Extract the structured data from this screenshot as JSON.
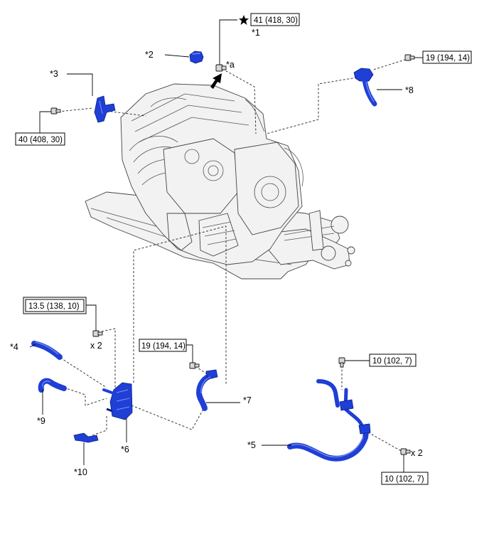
{
  "labels": {
    "p1": "*1",
    "p2": "*2",
    "p3": "*3",
    "p4": "*4",
    "p5": "*5",
    "p6": "*6",
    "p7": "*7",
    "p8": "*8",
    "p9": "*9",
    "p10": "*10",
    "pa": "*a"
  },
  "torques": {
    "t_p1": "41 (418, 30)",
    "t_p3": "40 (408, 30)",
    "t_p8": "19 (194, 14)",
    "t_p6": "13.5 (138, 10)",
    "t_p7": "19 (194, 14)",
    "t_p5_top": "10 (102, 7)",
    "t_p5_bottom": "10 (102, 7)"
  },
  "quantities": {
    "q_p6": "x 2",
    "q_p5": "x 2"
  },
  "icons": {
    "star": "star-icon",
    "arrow": "arrow-icon",
    "bolt": "bolt-icon"
  },
  "colors": {
    "part_blue": "#1f3fd6",
    "part_blue_dark": "#0a1f86",
    "engine_fill": "#f2f2f2"
  }
}
